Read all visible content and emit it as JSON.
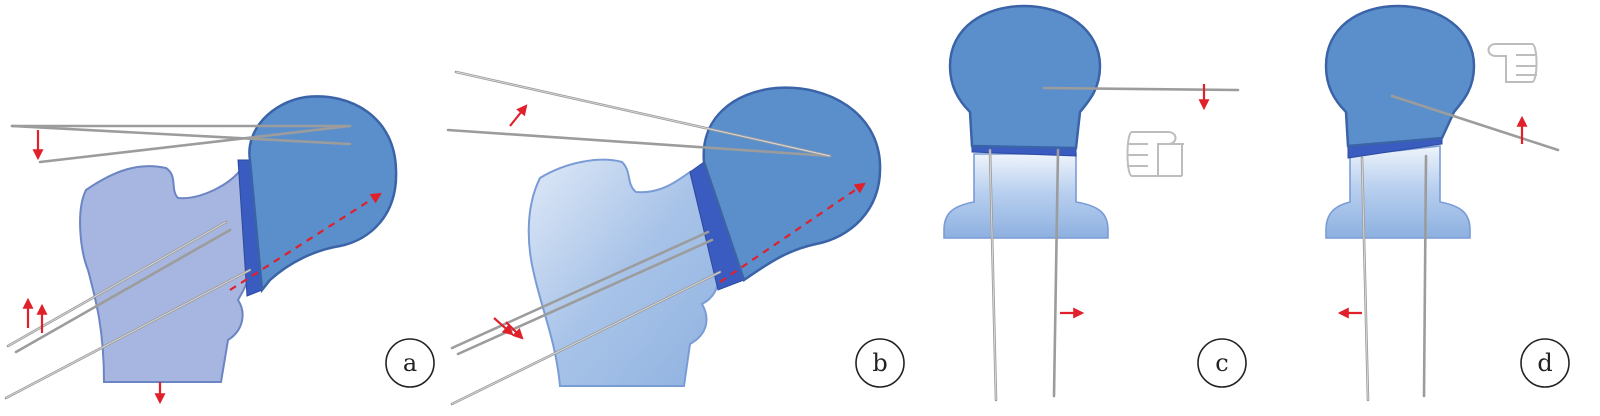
{
  "panels": [
    {
      "id": "a",
      "label": "a"
    },
    {
      "id": "b",
      "label": "b"
    },
    {
      "id": "c",
      "label": "c"
    },
    {
      "id": "d",
      "label": "d"
    }
  ],
  "colors": {
    "femoral_head": "#5b8fcc",
    "femoral_head_outline": "#3a63a8",
    "neck_fragment_a": "#a7b6e0",
    "neck_fragment_b": "#a9c6ea",
    "osteotomy_wedge": "#3a5bbf",
    "guide_wire": "#9c9c9c",
    "direction_arrow": "#e0202a",
    "hand_icon": "#bdbdbd"
  },
  "icons": [
    "red-direction-arrow",
    "dashed-axis-arrow",
    "guide-wire",
    "clenched-fist-icon"
  ]
}
